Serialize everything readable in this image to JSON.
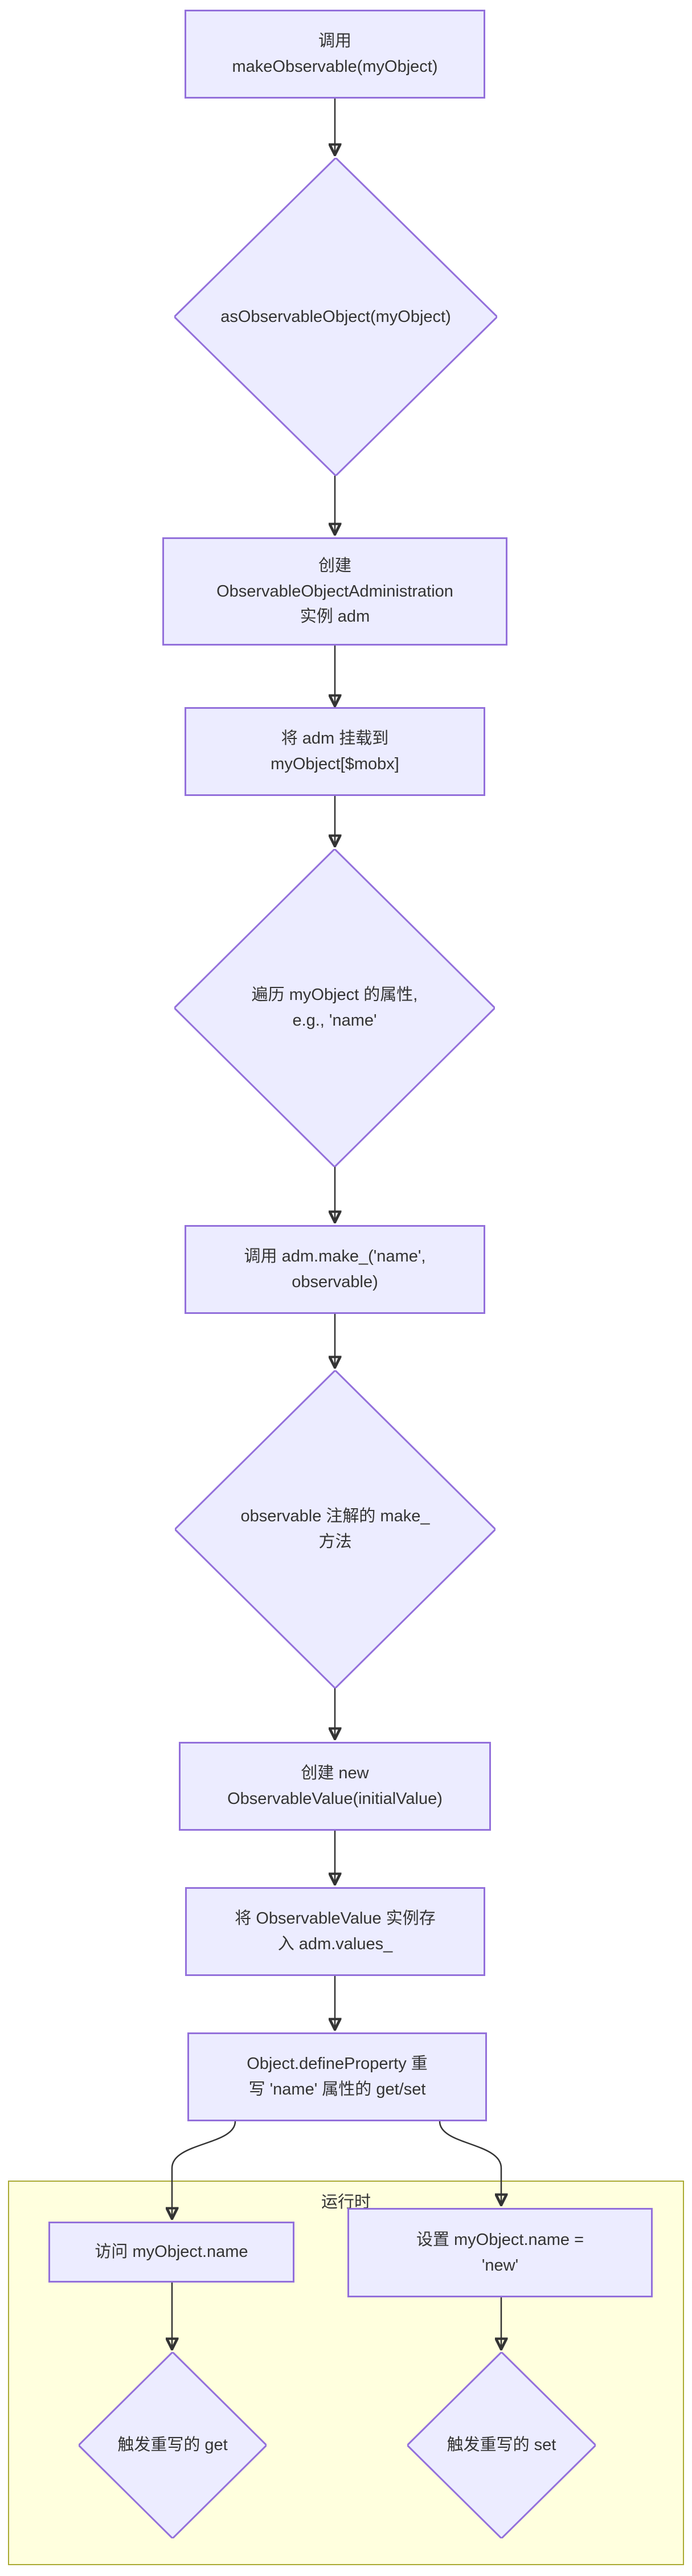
{
  "diagram": {
    "type": "flowchart",
    "direction": "top-down",
    "colors": {
      "node_fill": "#ECECFF",
      "node_border": "#9370DB",
      "edge": "#333333",
      "text": "#333333",
      "subgraph_fill": "#FFFFDE",
      "subgraph_border": "#AAAA33",
      "background": "#FFFFFF"
    },
    "subgraph": {
      "label": "运行时"
    },
    "nodes": [
      {
        "id": "A",
        "shape": "rect",
        "lines": [
          "调用",
          "makeObservable(myObject)"
        ]
      },
      {
        "id": "B",
        "shape": "diamond",
        "lines": [
          "asObservableObject(myObject)"
        ]
      },
      {
        "id": "C",
        "shape": "rect",
        "lines": [
          "创建",
          "ObservableObjectAdministration",
          "实例 adm"
        ]
      },
      {
        "id": "D",
        "shape": "rect",
        "lines": [
          "将 adm 挂载到",
          "myObject[$mobx]"
        ]
      },
      {
        "id": "E",
        "shape": "diamond",
        "lines": [
          "遍历 myObject 的属性,",
          "e.g., 'name'"
        ]
      },
      {
        "id": "F",
        "shape": "rect",
        "lines": [
          "调用 adm.make_('name',",
          "observable)"
        ]
      },
      {
        "id": "G",
        "shape": "diamond",
        "lines": [
          "observable 注解的 make_",
          "方法"
        ]
      },
      {
        "id": "H",
        "shape": "rect",
        "lines": [
          "创建 new",
          "ObservableValue(initialValue)"
        ]
      },
      {
        "id": "I",
        "shape": "rect",
        "lines": [
          "将 ObservableValue 实例存",
          "入 adm.values_"
        ]
      },
      {
        "id": "J",
        "shape": "rect",
        "lines": [
          "Object.defineProperty 重",
          "写 'name' 属性的 get/set"
        ]
      },
      {
        "id": "K",
        "shape": "rect",
        "lines": [
          "访问 myObject.name"
        ]
      },
      {
        "id": "L",
        "shape": "rect",
        "lines": [
          "设置 myObject.name =",
          "'new'"
        ]
      },
      {
        "id": "M",
        "shape": "diamond",
        "lines": [
          "触发重写的 get"
        ]
      },
      {
        "id": "N",
        "shape": "diamond",
        "lines": [
          "触发重写的 set"
        ]
      }
    ]
  }
}
